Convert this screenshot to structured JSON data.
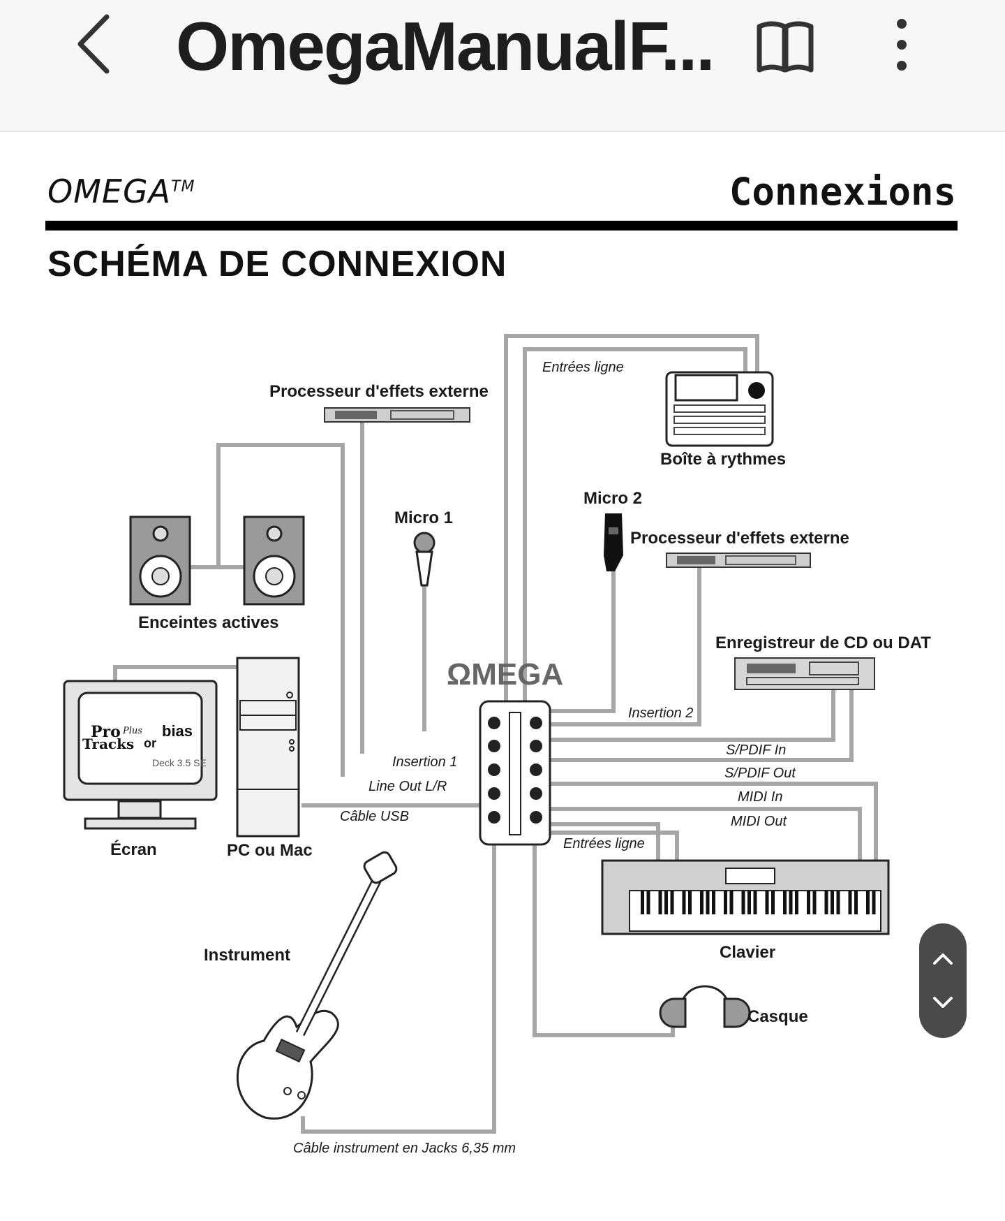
{
  "toolbar": {
    "title": "OmegaManualF...",
    "icons": {
      "back": "chevron-left-icon",
      "reader": "book-open-icon",
      "more": "more-vertical-icon"
    }
  },
  "page_header": {
    "brand": "OMEGA",
    "brand_mark": "TM",
    "section": "Connexions",
    "heading": "SCHÉMA DE CONNEXION"
  },
  "diagram": {
    "logo": "ΩMEGA",
    "labels": {
      "fx_top": "Processeur d'effets externe",
      "drum_machine": "Boîte à rythmes",
      "speakers": "Enceintes actives",
      "mic1": "Micro 1",
      "mic2": "Micro 2",
      "fx_right": "Processeur d'effets externe",
      "recorder": "Enregistreur de CD ou DAT",
      "screen": "Écran",
      "computer": "PC ou Mac",
      "instrument": "Instrument",
      "keyboard": "Clavier",
      "headphones": "Casque"
    },
    "cables": {
      "line_in_top": "Entrées ligne",
      "insert2": "Insertion 2",
      "insert1": "Insertion 1",
      "line_out": "Line Out L/R",
      "usb": "Câble USB",
      "spdif_in": "S/PDIF In",
      "spdif_out": "S/PDIF Out",
      "midi_in": "MIDI In",
      "midi_out": "MIDI Out",
      "line_in_bottom": "Entrées ligne",
      "instrument_cable": "Câble instrument en Jacks 6,35 mm"
    },
    "screen_content": {
      "pro": "Pro",
      "tracks": "Tracks",
      "plus": "Plus",
      "or": "or",
      "bias": "bias",
      "deck": "Deck 3.5 SE"
    }
  },
  "nav": {
    "icons": {
      "up": "chevron-up-icon",
      "down": "chevron-down-icon"
    }
  }
}
